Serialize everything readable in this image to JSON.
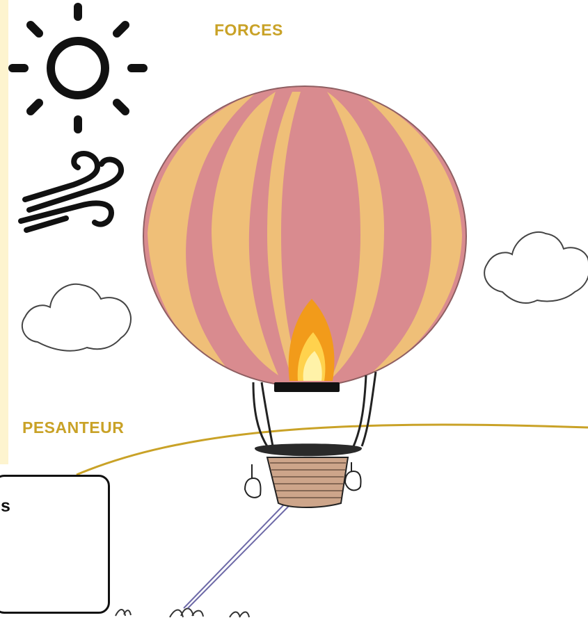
{
  "header": {
    "title": "FORCES"
  },
  "labels": {
    "gravity": "PESANTEUR",
    "answer_box_text": "s"
  },
  "icons": {
    "sun": "sun-icon",
    "wind": "wind-icon",
    "cloud": "cloud-icon"
  },
  "colors": {
    "label_gold": "#c9a227",
    "balloon_pink": "#d98b8f",
    "balloon_yellow": "#efbf78",
    "flame_orange": "#f29b1a",
    "strip_yellow": "#fdf4cf"
  }
}
